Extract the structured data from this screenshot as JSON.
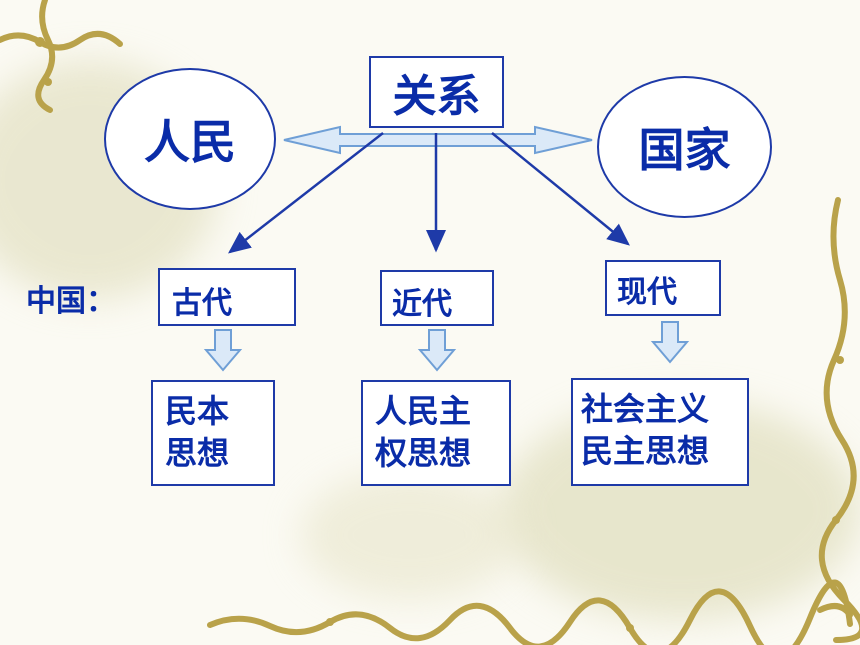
{
  "top": {
    "relation": "关系",
    "people": "人民",
    "state": "国家"
  },
  "china_label": "中国：",
  "periods": [
    {
      "era": "古代",
      "idea": [
        "民本",
        "思想"
      ]
    },
    {
      "era": "近代",
      "idea": [
        "人民主",
        "权思想"
      ]
    },
    {
      "era": "现代",
      "idea": [
        "社会主义",
        "民主思想"
      ]
    }
  ],
  "colors": {
    "text": "#0a2ca8",
    "border": "#1e3aa8",
    "arrow_fill": "#dbe9f8",
    "arrow_stroke": "#6f9fd6",
    "vine": "#b9a24a"
  }
}
